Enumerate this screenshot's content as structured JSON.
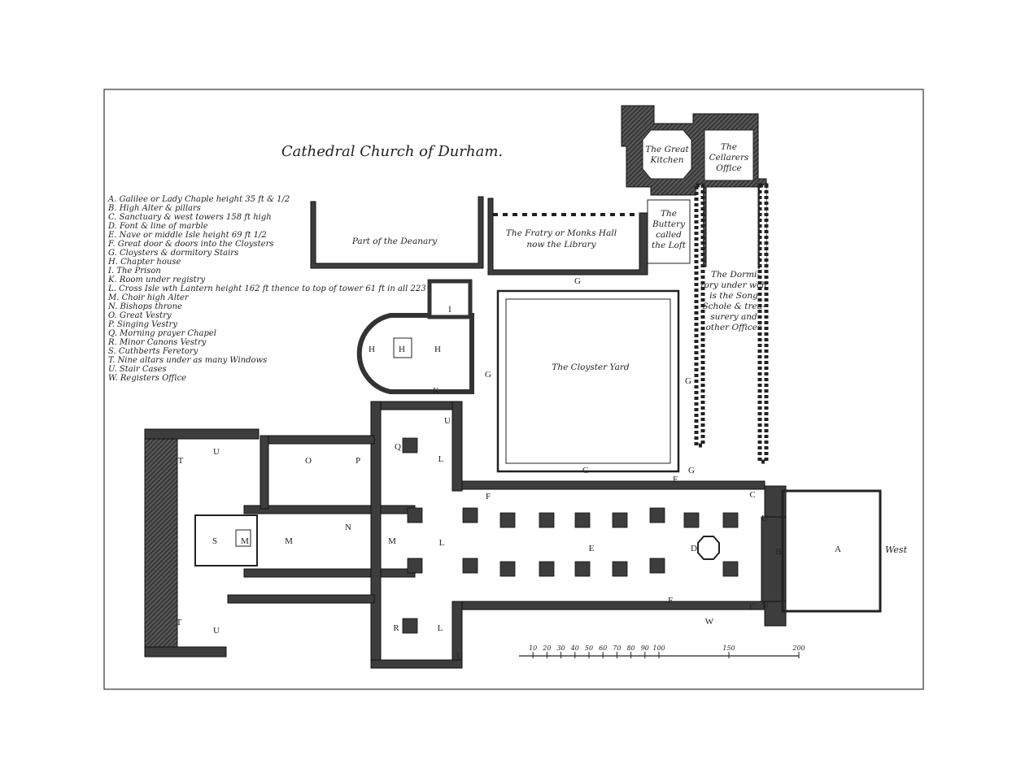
{
  "title": "Cathedral Church of Durham.",
  "legend": [
    "A. Galilee or Lady Chaple height 35 ft & 1/2",
    "B. High Alter & pillars",
    "C. Sanctuary & west towers 158 ft high",
    "D. Font & line of marble",
    "E. Nave or middle Isle height 69 ft 1/2",
    "F. Great door & doors into the Cloysters",
    "G. Cloysters & dormitory Stairs",
    "H. Chapter house",
    "I. The Prison",
    "K. Room under registry",
    "L. Cross Isle wth Lantern height 162 ft thence to top of tower 61 ft in all 223 ft",
    "M. Choir high Alter",
    "N. Bishops throne",
    "O. Great Vestry",
    "P. Singing Vestry",
    "Q. Morning prayer Chapel",
    "R. Minor Canons Vestry",
    "S. Cuthberts Feretory",
    "T. Nine altars under as many Windows",
    "U. Stair Cases",
    "W. Registers Office"
  ],
  "rooms": {
    "kitchen": [
      "The Great",
      "Kitchen"
    ],
    "cellarer": [
      "The",
      "Cellarers",
      "Office"
    ],
    "buttery": [
      "The",
      "Buttery",
      "called",
      "the Loft"
    ],
    "fratry": [
      "The Fratry or Monks Hall",
      "now the Library"
    ],
    "deanary": "Part of the Deanary",
    "dormitory": [
      "The Dormi-",
      "tory under wch",
      "is the Song",
      "Schole & trea-",
      "surery and",
      "other Offices"
    ],
    "cloyster": "The Cloyster Yard",
    "west": "West"
  },
  "letters": {
    "A": "A",
    "B": "B",
    "C": "C",
    "D": "D",
    "E": "E",
    "F": "F",
    "G": "G",
    "H": "H",
    "I": "I",
    "K": "K",
    "L": "L",
    "M": "M",
    "N": "N",
    "O": "O",
    "P": "P",
    "Q": "Q",
    "R": "R",
    "S": "S",
    "T": "T",
    "U": "U",
    "W": "W"
  },
  "scale": {
    "ticks": [
      "10",
      "20",
      "30",
      "40",
      "50",
      "60",
      "70",
      "80",
      "90",
      "100",
      "150",
      "200"
    ]
  }
}
